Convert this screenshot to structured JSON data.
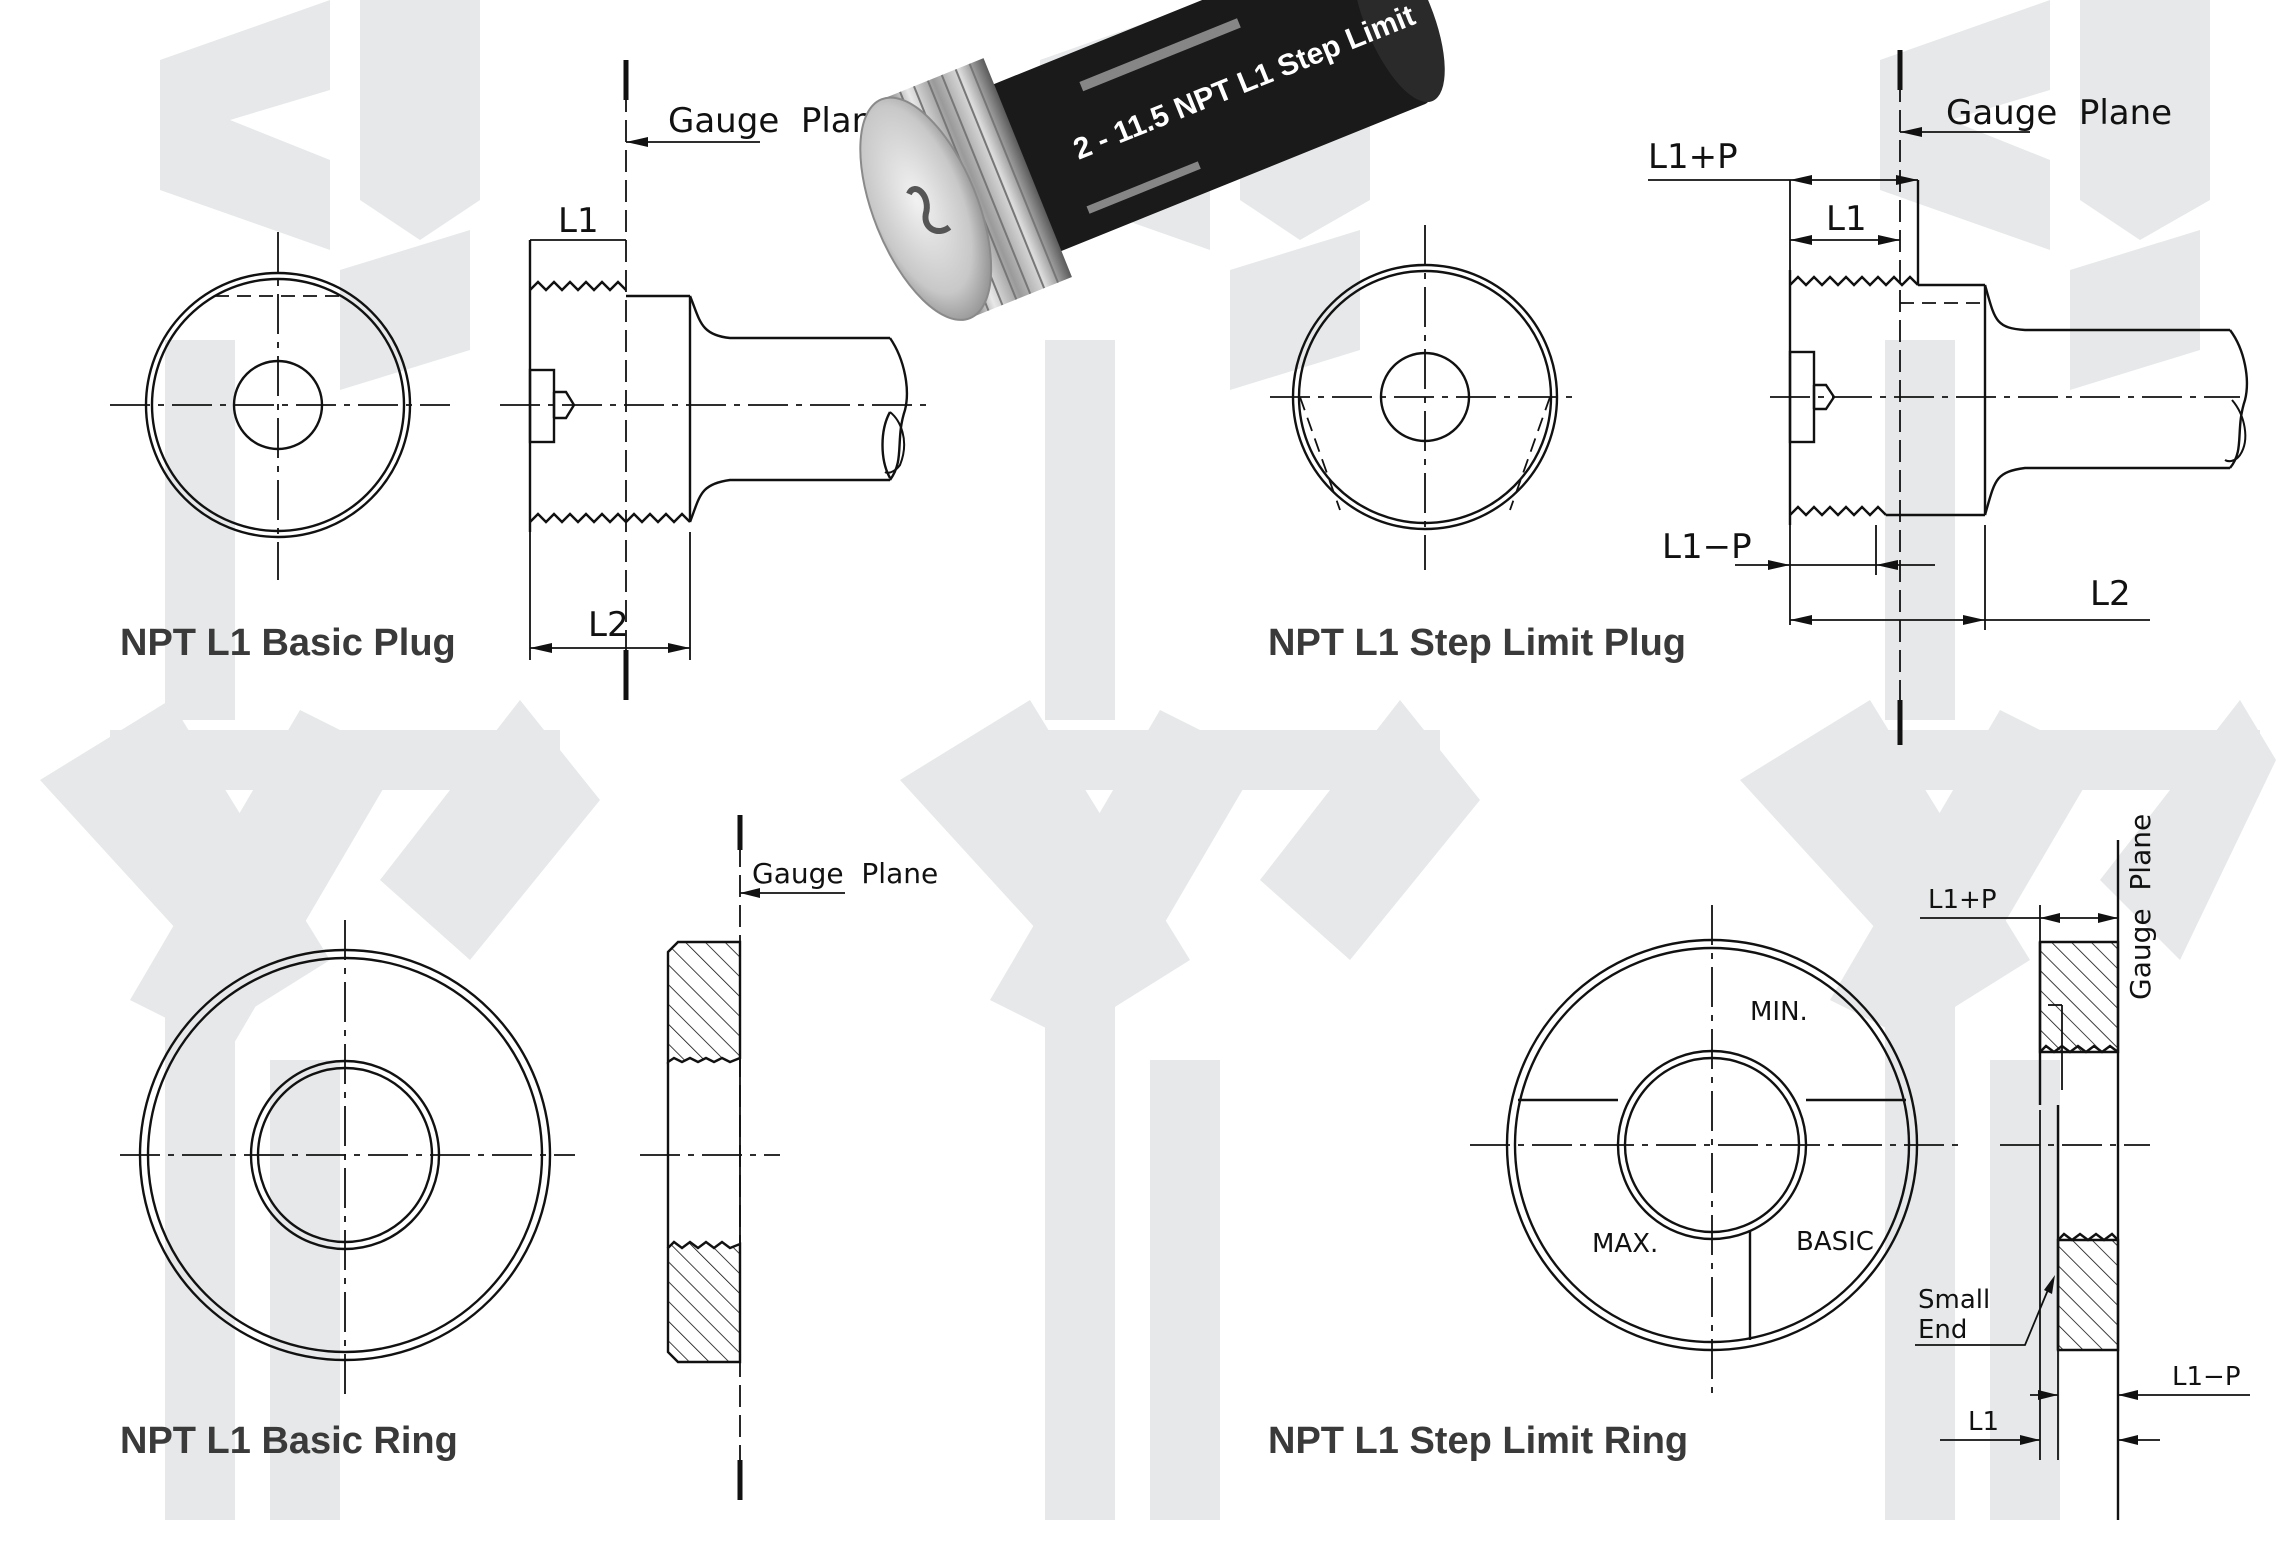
{
  "captions": {
    "basic_plug": "NPT L1 Basic Plug",
    "step_limit_plug": "NPT L1 Step Limit Plug",
    "basic_ring": "NPT L1 Basic Ring",
    "step_limit_ring": "NPT L1 Step Limit Ring"
  },
  "labels": {
    "gauge_plane": "Gauge  Plane",
    "l1": "L1",
    "l2": "L2",
    "l1_plus_p": "L1+P",
    "l1_minus_p": "L1−P",
    "min": "MIN.",
    "max": "MAX.",
    "basic": "BASIC",
    "small": "Small",
    "end": "End"
  },
  "photo": {
    "engraving": "2 - 11.5 NPT L1 Step Limit"
  },
  "colors": {
    "line": "#111111",
    "watermark": "#e6e8e9",
    "caption": "#3a3a3a",
    "gauge_body": "#1a1a1a"
  }
}
